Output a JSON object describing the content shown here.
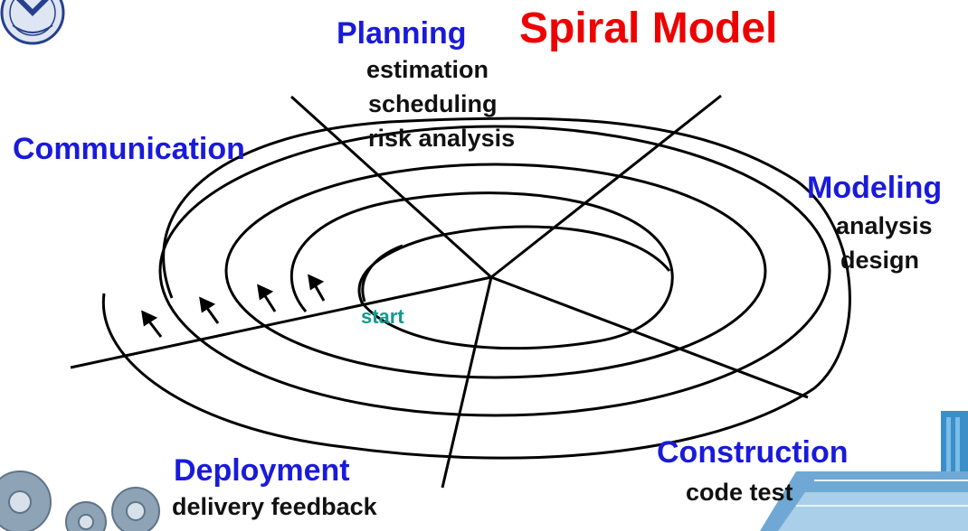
{
  "title": "Spiral Model",
  "phases": {
    "planning": {
      "name": "Planning",
      "tasks": [
        "estimation",
        "scheduling",
        "risk analysis"
      ]
    },
    "communication": {
      "name": "Communication"
    },
    "modeling": {
      "name": "Modeling",
      "tasks": [
        "analysis",
        "design"
      ]
    },
    "construction": {
      "name": "Construction",
      "tasks": [
        "code test"
      ]
    },
    "deployment": {
      "name": "Deployment",
      "tasks": [
        "delivery feedback"
      ]
    }
  },
  "start_label": "start",
  "colors": {
    "title": "#ee0000",
    "phase": "#1a1adb",
    "task": "#111111",
    "start": "#129a8e",
    "lines": "#000000"
  },
  "icons": [
    "university-logo-icon",
    "gears-icon",
    "building-icon"
  ]
}
